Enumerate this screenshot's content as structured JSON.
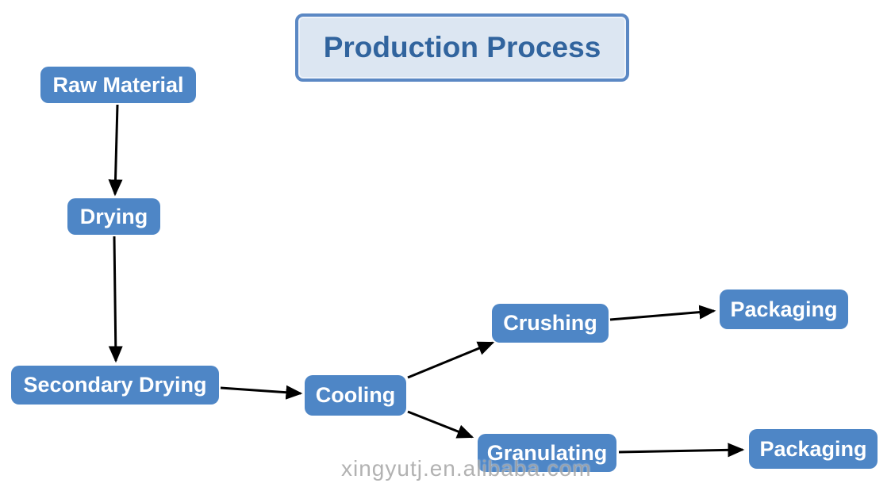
{
  "diagram": {
    "title": "Production Process",
    "watermark": "xingyutj.en.alibaba.com",
    "colors": {
      "node_fill": "#4e86c6",
      "node_text": "#ffffff",
      "title_fill": "#dce6f2",
      "title_border": "#5b88c4",
      "title_text": "#31649e",
      "arrow": "#000000",
      "watermark_text": "#a5a5a5"
    },
    "nodes": [
      {
        "id": "raw-material",
        "label": "Raw Material"
      },
      {
        "id": "drying",
        "label": "Drying"
      },
      {
        "id": "secondary-drying",
        "label": "Secondary Drying"
      },
      {
        "id": "cooling",
        "label": "Cooling"
      },
      {
        "id": "crushing",
        "label": "Crushing"
      },
      {
        "id": "packaging-top",
        "label": "Packaging"
      },
      {
        "id": "granulating",
        "label": "Granulating"
      },
      {
        "id": "packaging-bottom",
        "label": "Packaging"
      }
    ],
    "edges": [
      {
        "from": "raw-material",
        "to": "drying"
      },
      {
        "from": "drying",
        "to": "secondary-drying"
      },
      {
        "from": "secondary-drying",
        "to": "cooling"
      },
      {
        "from": "cooling",
        "to": "crushing"
      },
      {
        "from": "crushing",
        "to": "packaging-top"
      },
      {
        "from": "cooling",
        "to": "granulating"
      },
      {
        "from": "granulating",
        "to": "packaging-bottom"
      }
    ]
  }
}
